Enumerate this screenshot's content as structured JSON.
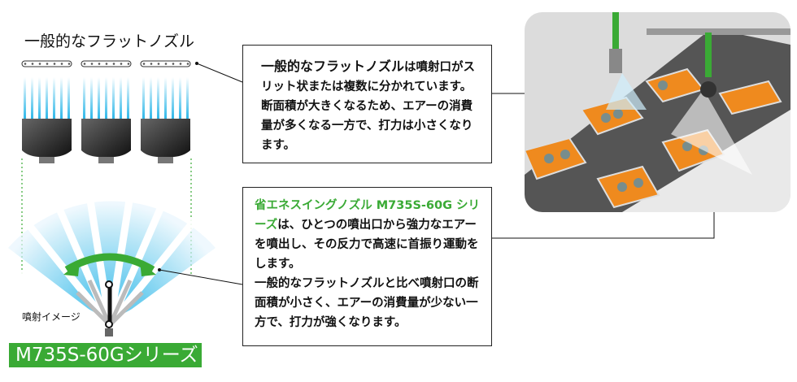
{
  "left": {
    "title": "一般的なフラットノズル",
    "spray_label": "噴射イメージ",
    "series_badge": "M735S-60Gシリーズ"
  },
  "box1": {
    "bold": "一般的なフラットノズル",
    "text": "は噴射口がスリット状または複数に分かれています。断面積が大きくなるため、エアーの消費量が多くなる一方で、打力は小さくなります。"
  },
  "box2": {
    "highlight": "省エネスイングノズル M735S-60G シリーズ",
    "text1": "は、ひとつの噴出口から強力なエアーを噴出し、その反力で高速に首振り運動をします。",
    "text2": "一般的なフラットノズルと比べ噴射口の断面積が小さく、エアーの消費量が少ない一方で、打力が強くなります。"
  },
  "colors": {
    "accent_green": "#3aaa35",
    "spray_blue": "#29b6e8",
    "orange": "#ef8a1e"
  }
}
